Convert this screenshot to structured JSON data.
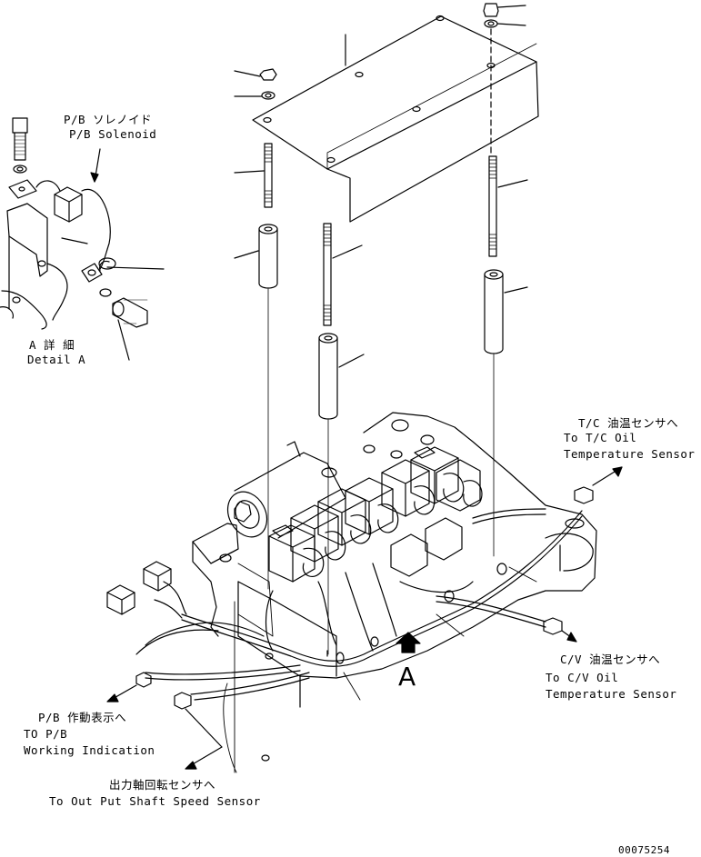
{
  "labels": {
    "pb_solenoid_jp": "P/B ソレノイド",
    "pb_solenoid_en": "P/B Solenoid",
    "detail_jp": "A 詳 細",
    "detail_en": "Detail A",
    "tc_jp": "T/C 油温センサへ",
    "tc_en1": "To T/C Oil",
    "tc_en2": "Temperature Sensor",
    "cv_jp": "C/V 油温センサへ",
    "cv_en1": "To C/V Oil",
    "cv_en2": "Temperature Sensor",
    "pb_work_jp": "P/B 作動表示へ",
    "pb_work_en1": "TO P/B",
    "pb_work_en2": "Working Indication",
    "shaft_jp": "出力軸回転センサへ",
    "shaft_en": "To Out Put Shaft Speed Sensor",
    "view_a": "A",
    "drawing_no": "00075254"
  }
}
